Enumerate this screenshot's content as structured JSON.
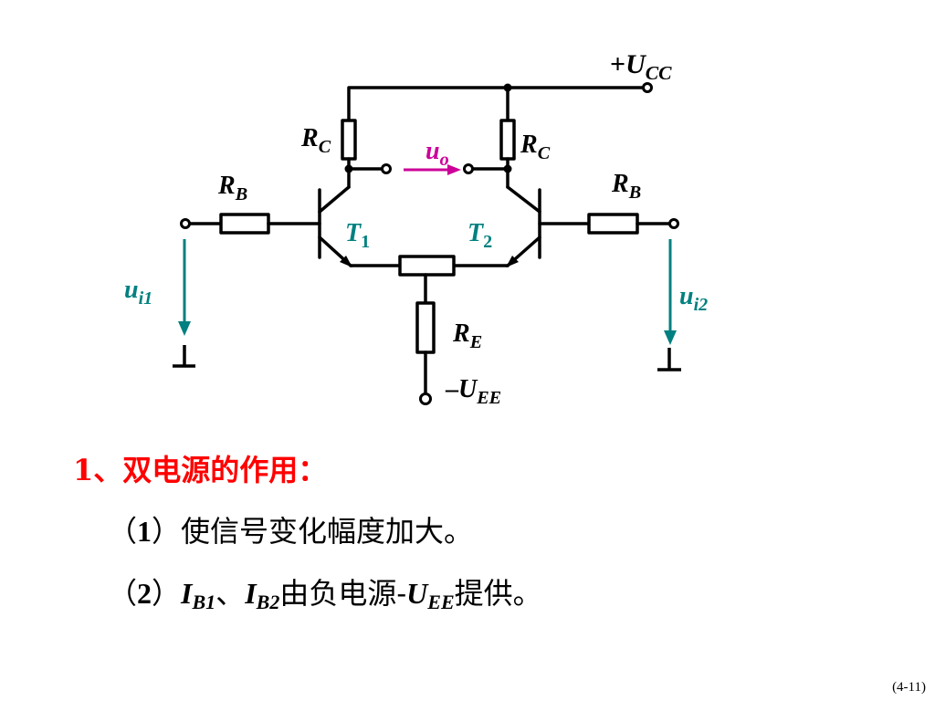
{
  "circuit": {
    "vcc": {
      "sign": "+",
      "main": "U",
      "sub": "CC"
    },
    "vee": {
      "sign": "–",
      "main": "U",
      "sub": "EE"
    },
    "rc_left": {
      "main": "R",
      "sub": "C"
    },
    "rc_right": {
      "main": "R",
      "sub": "C"
    },
    "rb_left": {
      "main": "R",
      "sub": "B"
    },
    "rb_right": {
      "main": "R",
      "sub": "B"
    },
    "re": {
      "main": "R",
      "sub": "E"
    },
    "t1": {
      "main": "T",
      "sub": "1"
    },
    "t2": {
      "main": "T",
      "sub": "2"
    },
    "uo": {
      "main": "u",
      "sub": "o"
    },
    "ui1": {
      "main": "u",
      "sub": "i1"
    },
    "ui2": {
      "main": "u",
      "sub": "i2"
    },
    "colors": {
      "wire": "#000000",
      "signal": "#008080",
      "output": "#cc0099"
    }
  },
  "text": {
    "heading": "1、双电源的作用：",
    "item1": {
      "open": "（",
      "num": "1",
      "close": "）",
      "body": "使信号变化幅度加大。"
    },
    "item2": {
      "open": "（",
      "num": "2",
      "close": "）",
      "ib1_main": "I",
      "ib1_sub": "B1",
      "sep": "、",
      "ib2_main": "I",
      "ib2_sub": "B2",
      "middle": "由负电源-",
      "uee_main": "U",
      "uee_sub": "EE",
      "end": "提供。"
    }
  },
  "page_number": "(4-11)",
  "colors": {
    "heading": "#ff0000",
    "text": "#000000"
  }
}
